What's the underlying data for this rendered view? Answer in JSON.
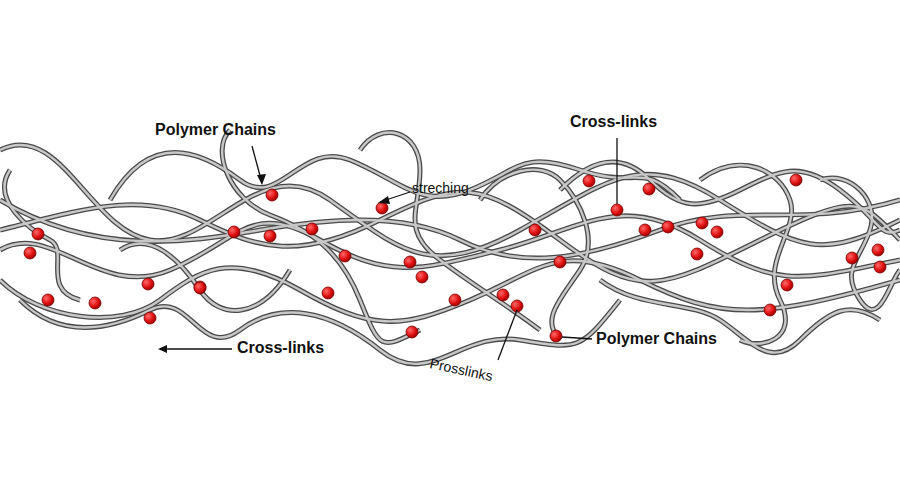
{
  "diagram": {
    "labels": [
      "Polymer Chains",
      "Cross-links",
      "streching",
      "Cross-links",
      "Polymer Chains",
      "Prosslinks"
    ]
  }
}
